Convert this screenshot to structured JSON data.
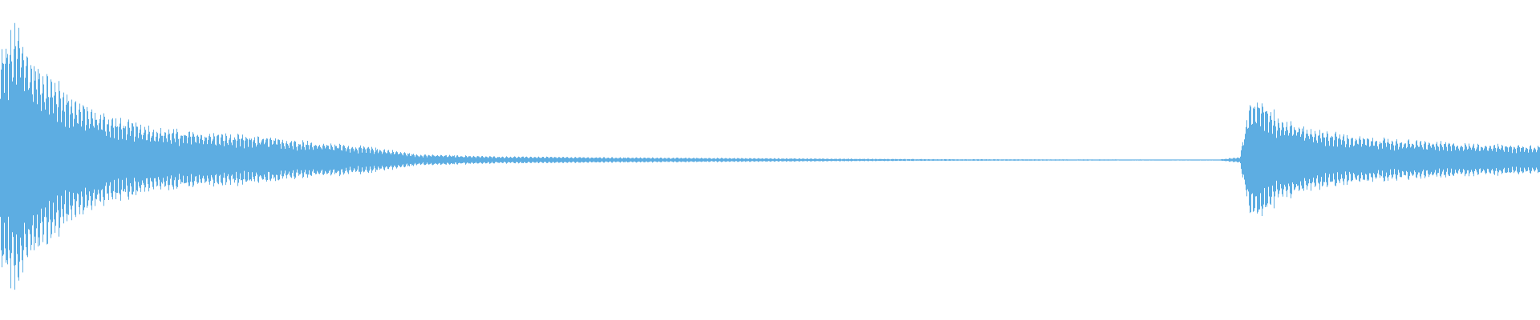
{
  "waveform": {
    "color": "#5dade2",
    "background": "#ffffff",
    "render_mode": "audio-waveform",
    "amplitude_envelope": [
      {
        "t": 0.0,
        "peak": 0.78
      },
      {
        "t": 0.012,
        "peak": 0.92
      },
      {
        "t": 0.02,
        "peak": 0.7
      },
      {
        "t": 0.035,
        "peak": 0.55
      },
      {
        "t": 0.05,
        "peak": 0.4
      },
      {
        "t": 0.07,
        "peak": 0.3
      },
      {
        "t": 0.1,
        "peak": 0.22
      },
      {
        "t": 0.14,
        "peak": 0.18
      },
      {
        "t": 0.17,
        "peak": 0.16
      },
      {
        "t": 0.2,
        "peak": 0.13
      },
      {
        "t": 0.24,
        "peak": 0.09
      },
      {
        "t": 0.27,
        "peak": 0.04
      },
      {
        "t": 0.32,
        "peak": 0.025
      },
      {
        "t": 0.4,
        "peak": 0.018
      },
      {
        "t": 0.5,
        "peak": 0.012
      },
      {
        "t": 0.6,
        "peak": 0.006
      },
      {
        "t": 0.7,
        "peak": 0.004
      },
      {
        "t": 0.79,
        "peak": 0.003
      },
      {
        "t": 0.805,
        "peak": 0.02
      },
      {
        "t": 0.81,
        "peak": 0.35
      },
      {
        "t": 0.818,
        "peak": 0.45
      },
      {
        "t": 0.83,
        "peak": 0.3
      },
      {
        "t": 0.85,
        "peak": 0.22
      },
      {
        "t": 0.88,
        "peak": 0.16
      },
      {
        "t": 0.92,
        "peak": 0.13
      },
      {
        "t": 0.96,
        "peak": 0.11
      },
      {
        "t": 1.0,
        "peak": 0.1
      }
    ]
  }
}
